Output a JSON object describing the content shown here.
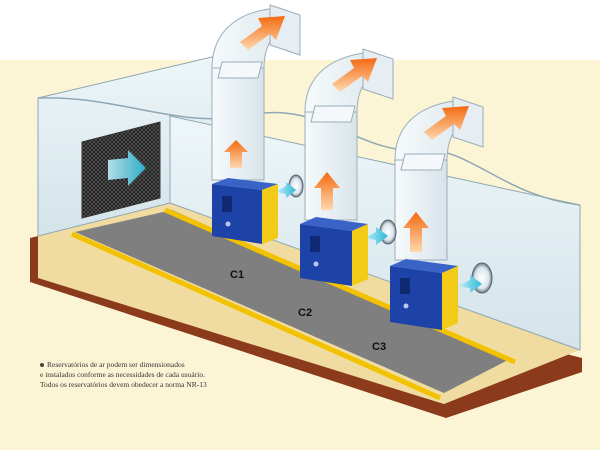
{
  "colors": {
    "backdrop": "#fbf5d6",
    "wall": "#e2eef3",
    "wall_edge": "#8fa7b3",
    "floor_base": "#f0dca0",
    "aisle": "#7f7f7f",
    "stripe": "#f2c200",
    "slab": "#8b3a1c",
    "duct": "#eef4f8",
    "duct_edge": "#9cadb8",
    "arrow_orange": "#f47a1e",
    "arrow_cyan": "#44c3dd",
    "compressor_blue": "#1d43a8",
    "compressor_yellow": "#f1cb16"
  },
  "compressors": [
    {
      "label": "C1"
    },
    {
      "label": "C2"
    },
    {
      "label": "C3"
    }
  ],
  "note": {
    "lines": [
      "Reservatórios de ar podem ser dimensionados",
      "e instalados conforme as necessidades de cada usuário.",
      "Todos os reservatórios devem obedecer a norma NR-13"
    ]
  }
}
